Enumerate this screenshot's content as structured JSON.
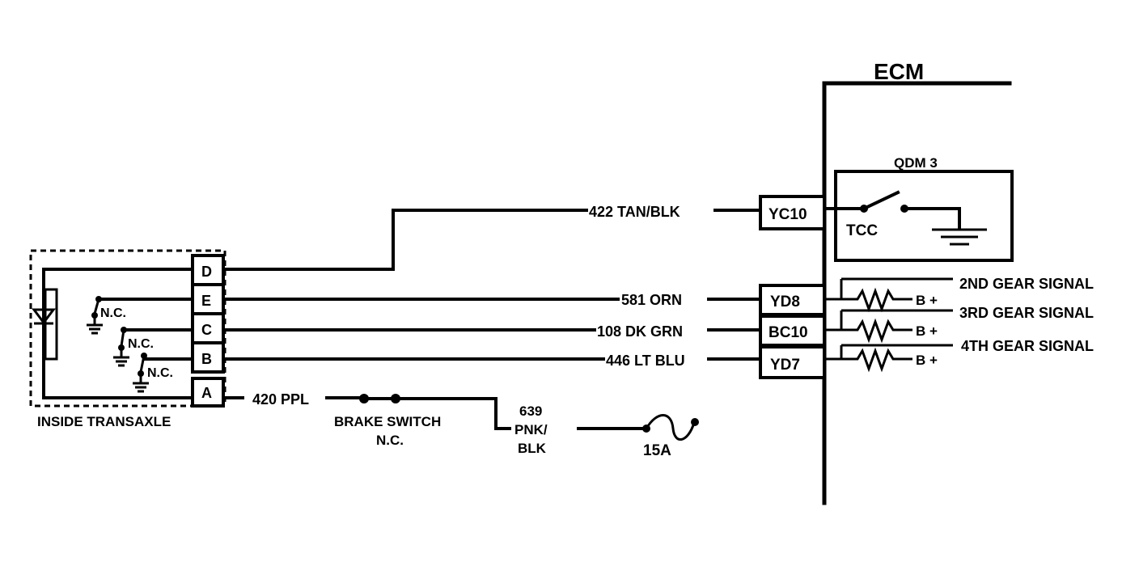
{
  "ecm": {
    "title": "ECM"
  },
  "qdm": {
    "title": "QDM 3",
    "switch_label": "TCC"
  },
  "transaxle": {
    "label": "INSIDE TRANSAXLE",
    "pins": [
      "D",
      "E",
      "C",
      "B",
      "A"
    ],
    "switch_labels": [
      "N.C.",
      "N.C.",
      "N.C."
    ]
  },
  "wires": {
    "w422": "422 TAN/BLK",
    "w581": "581 ORN",
    "w108": "108 DK GRN",
    "w446": "446 LT BLU",
    "w420": "420 PPL",
    "w639_1": "639",
    "w639_2": "PNK/",
    "w639_3": "BLK"
  },
  "ecm_pins": {
    "yc10": "YC10",
    "yd8": "YD8",
    "bc10": "BC10",
    "yd7": "YD7"
  },
  "signals": {
    "s2": "2ND GEAR SIGNAL",
    "s3": "3RD GEAR SIGNAL",
    "s4": "4TH GEAR SIGNAL",
    "bplus": "B +"
  },
  "brake_switch": {
    "line1": "BRAKE SWITCH",
    "line2": "N.C."
  },
  "fuse": {
    "label": "15A"
  }
}
